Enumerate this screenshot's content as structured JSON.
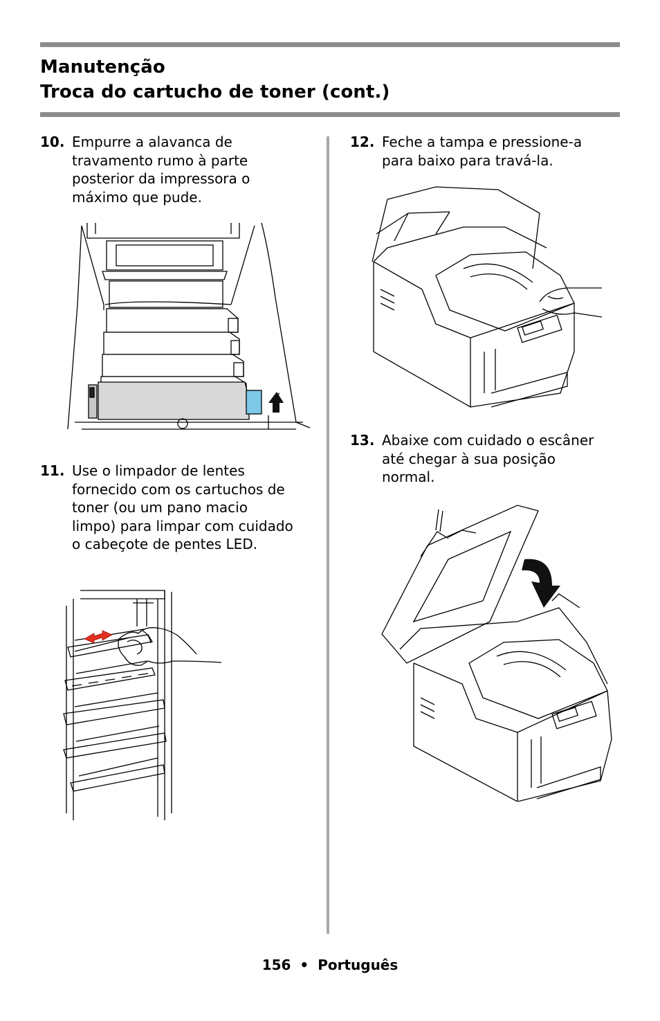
{
  "header": {
    "title_line1": "Manutenção",
    "title_line2": "Troca do cartucho de toner (cont.)"
  },
  "steps": [
    {
      "number": "10.",
      "lines": [
        "Empurre a alavanca de",
        "travamento rumo à parte",
        "posterior da impressora o",
        "máximo que pude."
      ]
    },
    {
      "number": "11.",
      "lines": [
        "Use o limpador de lentes",
        "fornecido com os cartuchos de",
        "toner (ou um pano macio",
        "limpo) para limpar com cuidado",
        "o cabeçote de pentes LED."
      ]
    },
    {
      "number": "12.",
      "lines": [
        "Feche a tampa e pressione-a",
        "para baixo para travá-la."
      ]
    },
    {
      "number": "13.",
      "lines": [
        "Abaixe com cuidado o escâner",
        "até chegar à sua posição",
        "normal."
      ]
    }
  ],
  "footer": {
    "page": "156",
    "separator": "•",
    "language": "Português"
  },
  "colors": {
    "rule": "#8c8c8c",
    "divider": "#a8a8a8",
    "lever_highlight": "#7ec8e8",
    "wipe_arrow": "#e03020"
  }
}
